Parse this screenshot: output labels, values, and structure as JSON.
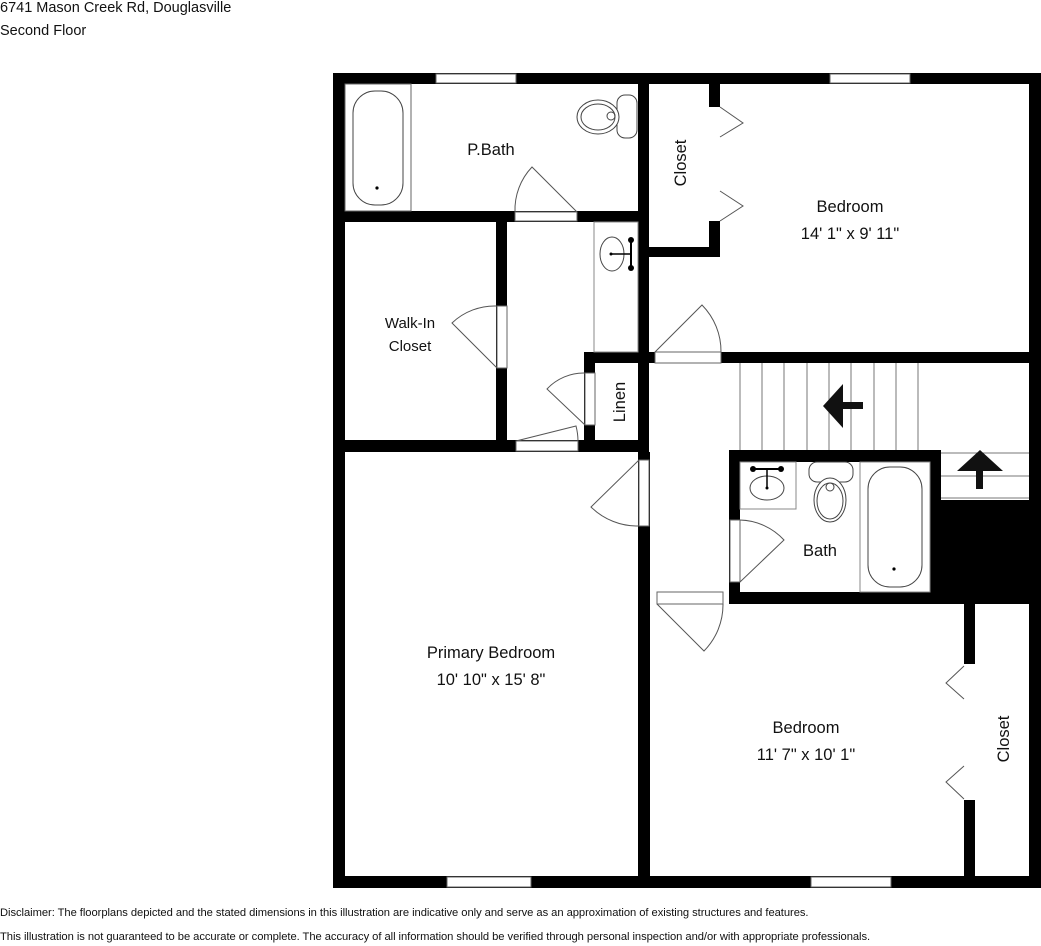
{
  "header": {
    "address": "6741 Mason Creek Rd, Douglasville",
    "floor": "Second Floor"
  },
  "rooms": {
    "primary_bath": {
      "name": "P.Bath"
    },
    "bedroom_ne": {
      "name": "Bedroom",
      "dimensions": "14' 1\" x 9' 11\""
    },
    "closet_ne": {
      "name": "Closet"
    },
    "walk_in_closet": {
      "name_line1": "Walk-In",
      "name_line2": "Closet"
    },
    "linen": {
      "name": "Linen"
    },
    "bath": {
      "name": "Bath"
    },
    "primary_bedroom": {
      "name": "Primary Bedroom",
      "dimensions": "10' 10\" x 15' 8\""
    },
    "bedroom_se": {
      "name": "Bedroom",
      "dimensions": "11' 7\" x 10' 1\""
    },
    "closet_se": {
      "name": "Closet"
    }
  },
  "stairs": {
    "down_arrow_icon": "arrow-left-icon",
    "up_arrow_icon": "arrow-up-icon"
  },
  "disclaimer": {
    "line1": "Disclaimer: The floorplans depicted and the stated dimensions in this illustration are indicative only and serve as an approximation of existing structures and features.",
    "line2": "This illustration is not guaranteed to be accurate or complete. The accuracy of all information should be verified through personal inspection and/or with appropriate professionals."
  },
  "colors": {
    "wall": "#000000",
    "background": "#ffffff",
    "fixture_line": "#555555"
  }
}
